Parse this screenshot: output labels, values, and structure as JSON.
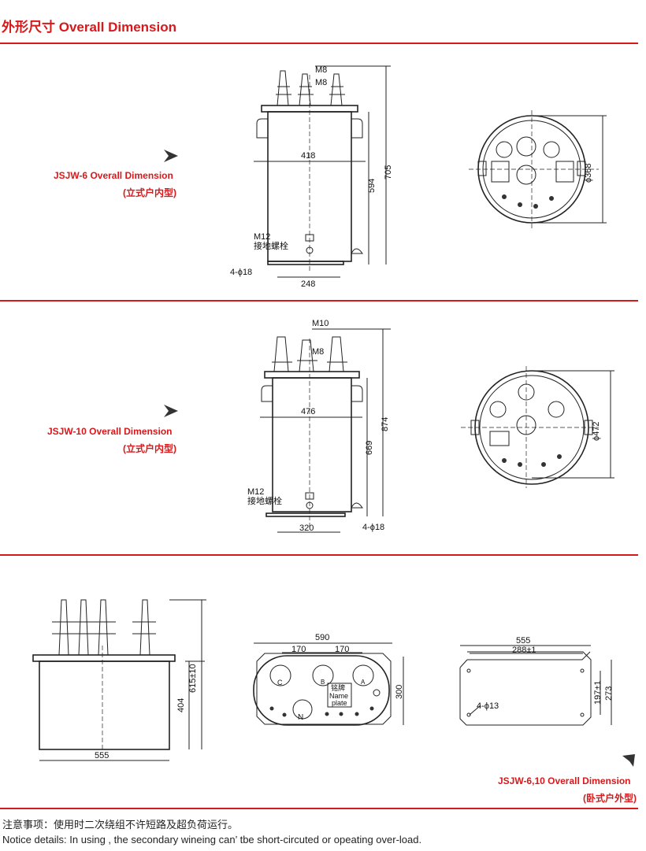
{
  "header": {
    "title": "外形尺寸  Overall Dimension"
  },
  "sections": [
    {
      "label": "JSJW-6 Overall Dimension",
      "sublabel": "(立式户内型)",
      "front": {
        "m8_a": "M8",
        "m8_b": "M8",
        "width": "418",
        "height_body": "594",
        "height_total": "705",
        "m12": "M12",
        "ground_bolt": "接地螺栓",
        "holes": "4-ϕ18",
        "base": "248"
      },
      "top": {
        "diameter": "ϕ368"
      }
    },
    {
      "label": "JSJW-10 Overall Dimension",
      "sublabel": "(立式户内型)",
      "front": {
        "m10": "M10",
        "m8": "M8",
        "width": "476",
        "height_body": "669",
        "height_total": "874",
        "m12": "M12",
        "ground_bolt": "接地螺栓",
        "holes": "4-ϕ18",
        "base": "320"
      },
      "top": {
        "diameter": "ϕ472"
      }
    },
    {
      "label": "JSJW-6,10 Overall Dimension",
      "sublabel": "(卧式户外型)",
      "side": {
        "height_total": "615±10",
        "height_body": "404",
        "width": "555"
      },
      "top": {
        "width": "590",
        "spacing_a": "170",
        "spacing_b": "170",
        "phase_c": "C",
        "phase_b": "B",
        "phase_a": "A",
        "phase_n": "N",
        "plate_cn": "铭牌",
        "plate_en1": "Name",
        "plate_en2": "plate",
        "depth": "300"
      },
      "base": {
        "width": "555",
        "hole_spacing_x": "288±1",
        "hole_spacing_y": "197±1",
        "depth": "273",
        "holes": "4-ϕ13"
      }
    }
  ],
  "notice": {
    "cn": "注意事项：使用时二次绕组不许短路及超负荷运行。",
    "en": "Notice details: In using , the secondary wineing can’ tbe short-circuted or opeating over-load."
  },
  "colors": {
    "accent": "#d7191c"
  }
}
